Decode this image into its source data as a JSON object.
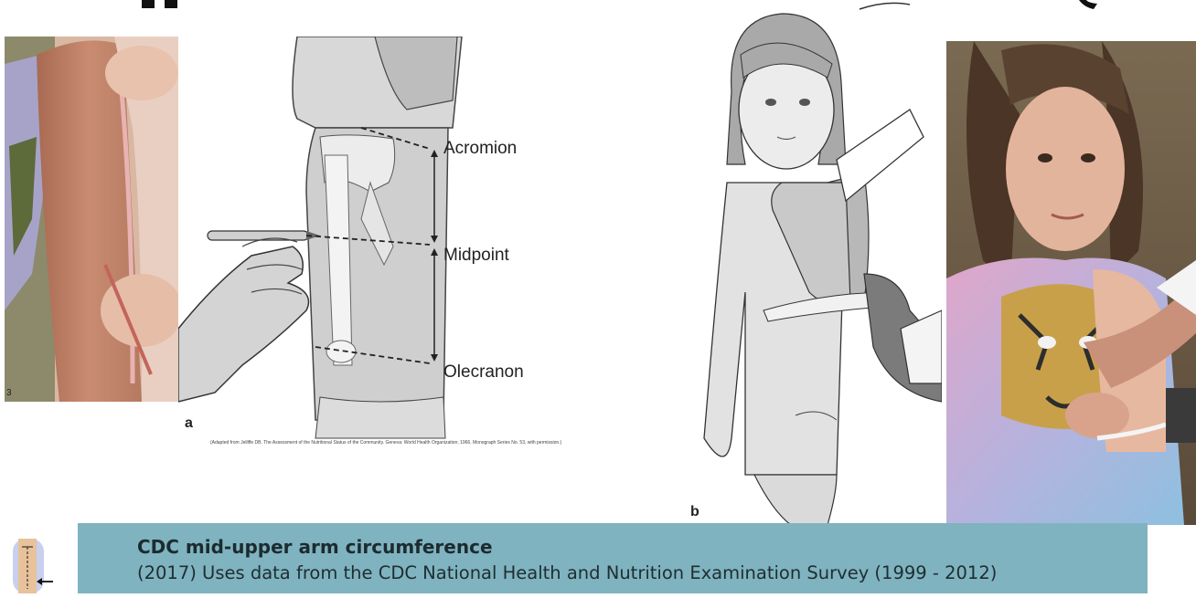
{
  "banner": {
    "title": "CDC mid-upper arm circumference",
    "subtitle": "(2017) Uses data from the CDC National Health and Nutrition Examination Survey (1999 - 2012)",
    "background": "#7fb3bf"
  },
  "diagram_a": {
    "labels": [
      "Acromion",
      "Midpoint",
      "Olecranon"
    ],
    "panel_letter": "a",
    "caption": "(Adapted from Jelliffe DB. The Assessment of the Nutritional Status of the Community. Geneva: World Health Organization; 1966. Monograph Series No. 53, with permission.)"
  },
  "diagram_b": {
    "panel_letter": "b"
  },
  "photo_left": {
    "corner_mark": "3"
  }
}
